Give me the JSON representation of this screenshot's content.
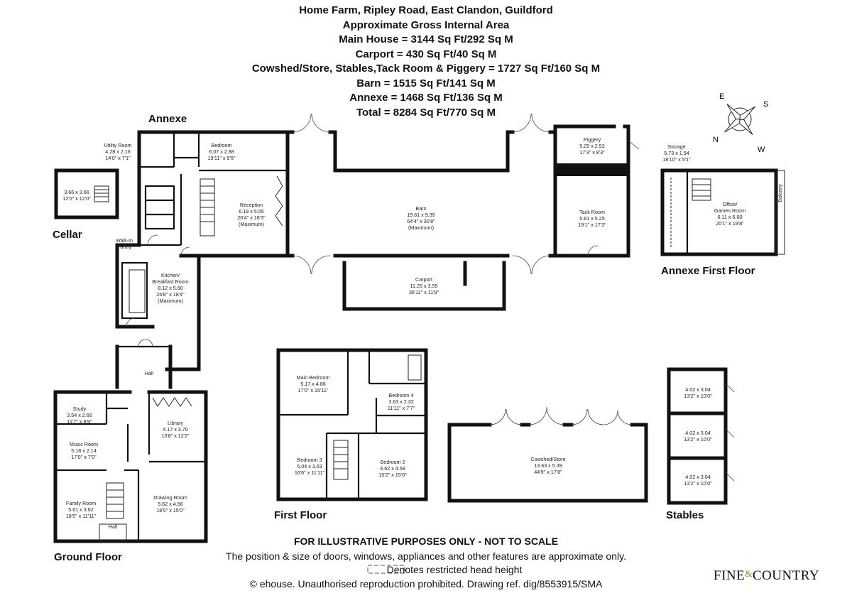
{
  "header": {
    "title": "Home Farm, Ripley Road, East Clandon, Guildford",
    "subtitle": "Approximate Gross Internal Area",
    "areas": [
      "Main House = 3144 Sq Ft/292 Sq M",
      "Carport = 430 Sq Ft/40 Sq M",
      "Cowshed/Store, Stables,Tack Room & Piggery = 1727 Sq Ft/160 Sq M",
      "Barn = 1515 Sq Ft/141 Sq M",
      "Annexe = 1468 Sq Ft/136 Sq M",
      "Total = 8284 Sq Ft/770 Sq M"
    ]
  },
  "sections": {
    "annexe": "Annexe",
    "cellar": "Cellar",
    "annexe_first_floor": "Annexe First Floor",
    "ground_floor": "Ground Floor",
    "first_floor": "First Floor",
    "stables": "Stables"
  },
  "rooms": {
    "utility": [
      "Utility Room",
      "4.28 x 2.16",
      "14'0\" x 7'1\""
    ],
    "annexe_bedroom": [
      "Bedroom",
      "6.07 x 2.88",
      "19'11\" x 9'5\""
    ],
    "reception": [
      "Reception",
      "6.19 x 5.55",
      "20'4\" x 18'3\"",
      "(Maximum)"
    ],
    "cellar": [
      "3.66 x 3.66",
      "12'0\" x 12'0\""
    ],
    "walkin": [
      "Walk-In",
      "Pantry"
    ],
    "kitchen": [
      "Kitchen/",
      "Breakfast Room",
      "8.12 x 5.60",
      "26'8\" x 18'4\"",
      "(Maximum)"
    ],
    "barn": [
      "Barn",
      "19.61 x 9.35",
      "64'4\" x 30'8\"",
      "(Maximum)"
    ],
    "carport": [
      "Carport",
      "11.25 x 3.55",
      "36'11\" x 11'8\""
    ],
    "piggery": [
      "Piggery",
      "5.25 x 2.52",
      "17'3\" x 8'3\""
    ],
    "tack": [
      "Tack Room",
      "5.81 x 5.25",
      "19'1\" x 17'3\""
    ],
    "storage": [
      "Storage",
      "5.73 x 1.54",
      "18'10\" x 5'1\""
    ],
    "office": [
      "Office/",
      "Games Room",
      "6.11 x 6.00",
      "20'1\" x 19'8\""
    ],
    "balcony": "Balcony",
    "hall_upper": "Hall",
    "study": [
      "Study",
      "3.54 x 2.66",
      "11'7\" x 8'9\""
    ],
    "music": [
      "Music Room",
      "5.18 x 2.14",
      "17'0\" x 7'0\""
    ],
    "family": [
      "Family Room",
      "5.61 x 3.62",
      "18'5\" x 11'11\""
    ],
    "hall_lower": "Hall",
    "library": [
      "Library",
      "4.17 x 3.70",
      "13'8\" x 12'2\""
    ],
    "drawing": [
      "Drawing Room",
      "5.62 x 4.56",
      "18'5\" x 15'0\""
    ],
    "main_bed": [
      "Main Bedroom",
      "5.17 x 4.86",
      "17'0\" x 15'11\""
    ],
    "bed4": [
      "Bedroom 4",
      "3.63 x 2.32",
      "11'11\" x 7'7\""
    ],
    "bed3": [
      "Bedroom 3",
      "5.04 x 3.63",
      "16'6\" x 11'11\""
    ],
    "bed2": [
      "Bedroom 2",
      "4.62 x 4.58",
      "15'2\" x 15'0\""
    ],
    "cowshed": [
      "Cowshed/Store",
      "13.63 x 5.39",
      "44'9\" x 17'8\""
    ],
    "stable": [
      "4.02 x 3.04",
      "13'2\" x 10'0\""
    ]
  },
  "compass": {
    "e": "E",
    "s": "S",
    "n": "N",
    "w": "W"
  },
  "footer": {
    "disclaimer": "FOR ILLUSTRATIVE PURPOSES ONLY - NOT TO SCALE",
    "note": "The position & size of doors, windows, appliances and other features are approximate only.",
    "legend": "Denotes restricted head height",
    "copyright": "© ehouse. Unauthorised reproduction prohibited. Drawing ref. dig/8553915/SMA"
  },
  "logo": {
    "left": "FINE",
    "amp": "&",
    "right": "COUNTRY"
  }
}
